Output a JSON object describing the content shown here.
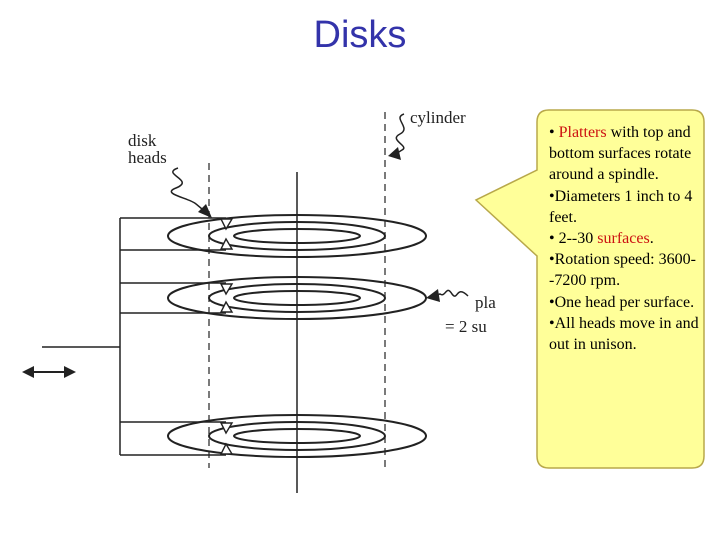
{
  "title": "Disks",
  "colors": {
    "title": "#3333aa",
    "callout_fill": "#ffff99",
    "callout_border": "#b8a84a",
    "highlight": "#cc1111"
  },
  "diagram": {
    "label_disk": "disk",
    "label_heads": "heads",
    "label_cylinder": "cylinder",
    "label_platter_1": "pla",
    "label_platter_2": "= 2 su"
  },
  "callout": {
    "b1_pre": "• ",
    "b1_red": "Platters",
    "b1_post": " with top and bottom surfaces rotate around a spindle.",
    "b2": "•Diameters 1 inch to 4 feet.",
    "b3_pre": "• 2--30 ",
    "b3_red": "surfaces",
    "b3_post": ".",
    "b4": "•Rotation speed: 3600--7200 rpm.",
    "b5": "•One head per surface.",
    "b6": "•All heads move in and out in unison."
  }
}
